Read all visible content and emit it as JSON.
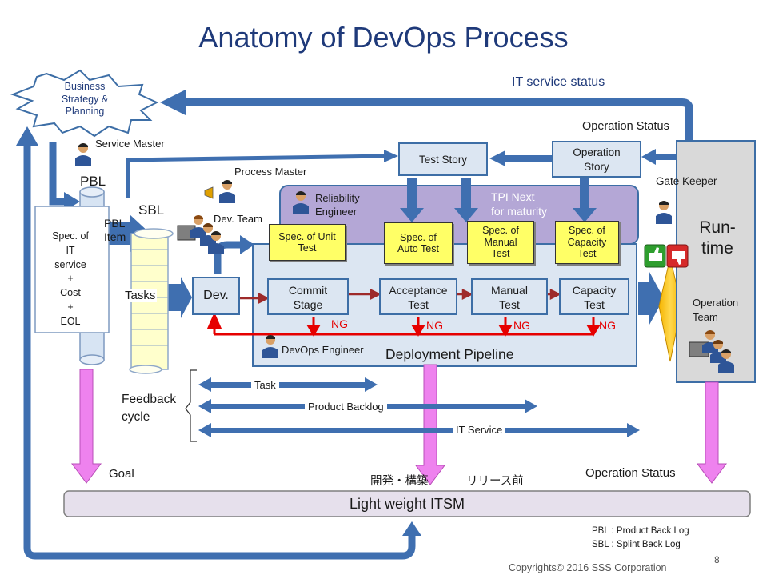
{
  "title": "Anatomy of DevOps Process",
  "business": {
    "label_lines": [
      "Business",
      "Strategy &",
      "Planning"
    ]
  },
  "it_service_status": "IT service status",
  "operation_status_top": "Operation Status",
  "operation_status_bottom": "Operation Status",
  "roles": {
    "service_master": "Service Master",
    "process_master": "Process Master",
    "dev_team": "Dev. Team",
    "reliability_engineer_lines": [
      "Reliability",
      "Engineer"
    ],
    "gate_keeper": "Gate Keeper",
    "devops_engineer": "DevOps  Engineer",
    "operation_team_lines": [
      "Operation",
      "Team"
    ]
  },
  "pbl": {
    "label": "PBL",
    "item_lines": [
      "PBL",
      "Item"
    ],
    "spec_lines": [
      "Spec. of",
      "IT",
      "service",
      "+",
      "Cost",
      "+",
      "EOL"
    ]
  },
  "sbl": {
    "label": "SBL",
    "tasks": "Tasks"
  },
  "test_story": "Test Story",
  "operation_story_lines": [
    "Operation",
    "Story"
  ],
  "tpi_lines": [
    "TPI   Next",
    "for maturity"
  ],
  "specs": [
    {
      "lines": [
        "Spec. of Unit",
        "Test"
      ]
    },
    {
      "lines": [
        "Spec. of",
        "Auto Test"
      ]
    },
    {
      "lines": [
        "Spec. of",
        "Manual",
        "Test"
      ]
    },
    {
      "lines": [
        "Spec. of",
        "Capacity",
        "Test"
      ]
    }
  ],
  "dev": "Dev.",
  "stages": [
    {
      "lines": [
        "Commit",
        "Stage"
      ]
    },
    {
      "lines": [
        "Acceptance",
        "Test"
      ]
    },
    {
      "lines": [
        "Manual",
        "Test"
      ]
    },
    {
      "lines": [
        "Capacity",
        "Test"
      ]
    }
  ],
  "ng_labels": [
    "NG",
    "NG",
    "NG",
    "NG"
  ],
  "deployment_pipeline": "Deployment Pipeline",
  "runtime_lines": [
    "Run-",
    "time"
  ],
  "feedback_lines": [
    "Feedback",
    "cycle"
  ],
  "feedback": {
    "task": "Task",
    "product_backlog": "Product Backlog",
    "it_service": "IT Service"
  },
  "goal": "Goal",
  "jp_labels": [
    "開発・構築",
    "リリース前"
  ],
  "itsm": "Light weight ITSM",
  "legend": [
    "PBL : Product Back Log",
    "SBL : Splint Back Log"
  ],
  "page_number": "8",
  "copyright": "Copyrights© 2016  SSS Corporation",
  "colors": {
    "title": "#1f3a7a",
    "arrow_blue": "#3f6fb0",
    "arrow_magenta": "#ee82ee",
    "pipeline_fill": "#dce6f2",
    "reliability_fill": "#b4a7d6",
    "sticky_note": "#ffff66",
    "ng_red": "#e60000",
    "runtime_fill": "#d9d9d9",
    "itsm_fill": "#e6e0ec"
  },
  "icons": [
    "person-icon",
    "thumbs-up-icon",
    "thumbs-down-icon",
    "megaphone-icon"
  ]
}
